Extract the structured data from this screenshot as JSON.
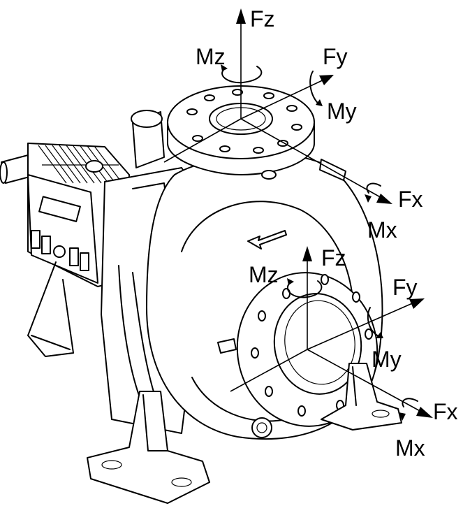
{
  "labels": {
    "suction_fz": "Fz",
    "suction_fy": "Fy",
    "suction_fx": "Fx",
    "suction_mz": "Mz",
    "suction_my": "My",
    "suction_mx": "Mx",
    "discharge_fz": "Fz",
    "discharge_fy": "Fy",
    "discharge_fx": "Fx",
    "discharge_mz": "Mz",
    "discharge_my": "My",
    "discharge_mx": "Mx"
  },
  "colors": {
    "line": "#000000",
    "background": "#ffffff"
  },
  "icons": {
    "pump": "centrifugal-pump-drawing",
    "force_arrow": "force-arrow-icon",
    "moment_arrow": "moment-curl-arrow-icon"
  }
}
